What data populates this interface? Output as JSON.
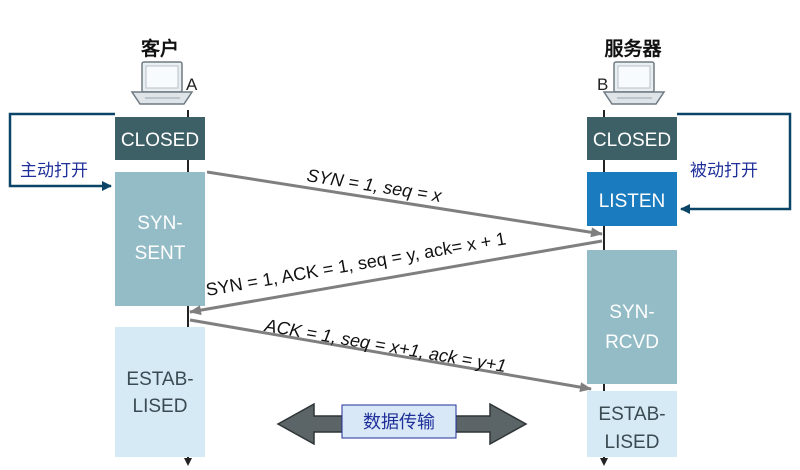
{
  "client": {
    "title": "客户",
    "host_letter": "A",
    "active_open": "主动打开",
    "states": {
      "closed": "CLOSED",
      "syn_sent": [
        "SYN-",
        "SENT"
      ],
      "established": [
        "ESTAB-",
        "LISED"
      ]
    }
  },
  "server": {
    "title": "服务器",
    "host_letter": "B",
    "passive_open": "被动打开",
    "states": {
      "closed": "CLOSED",
      "listen": "LISTEN",
      "syn_rcvd": [
        "SYN-",
        "RCVD"
      ],
      "established": [
        "ESTAB-",
        "LISED"
      ]
    }
  },
  "messages": {
    "syn": "SYN = 1, seq = x",
    "syn_ack": "SYN = 1, ACK = 1, seq = y, ack= x + 1",
    "ack": "ACK = 1, seq = x+1, ack = y+1"
  },
  "data_transfer": "数据传输",
  "colors": {
    "closed_box": "#3d5f66",
    "listen_box": "#1b7bbf",
    "mid_box": "#93bcc6",
    "estab_box": "#d6eaf6",
    "arrow": "#7f7f7f",
    "open_arrow": "#0a4466",
    "open_text": "#1f2f9a",
    "data_box": "#d9e8f7"
  }
}
